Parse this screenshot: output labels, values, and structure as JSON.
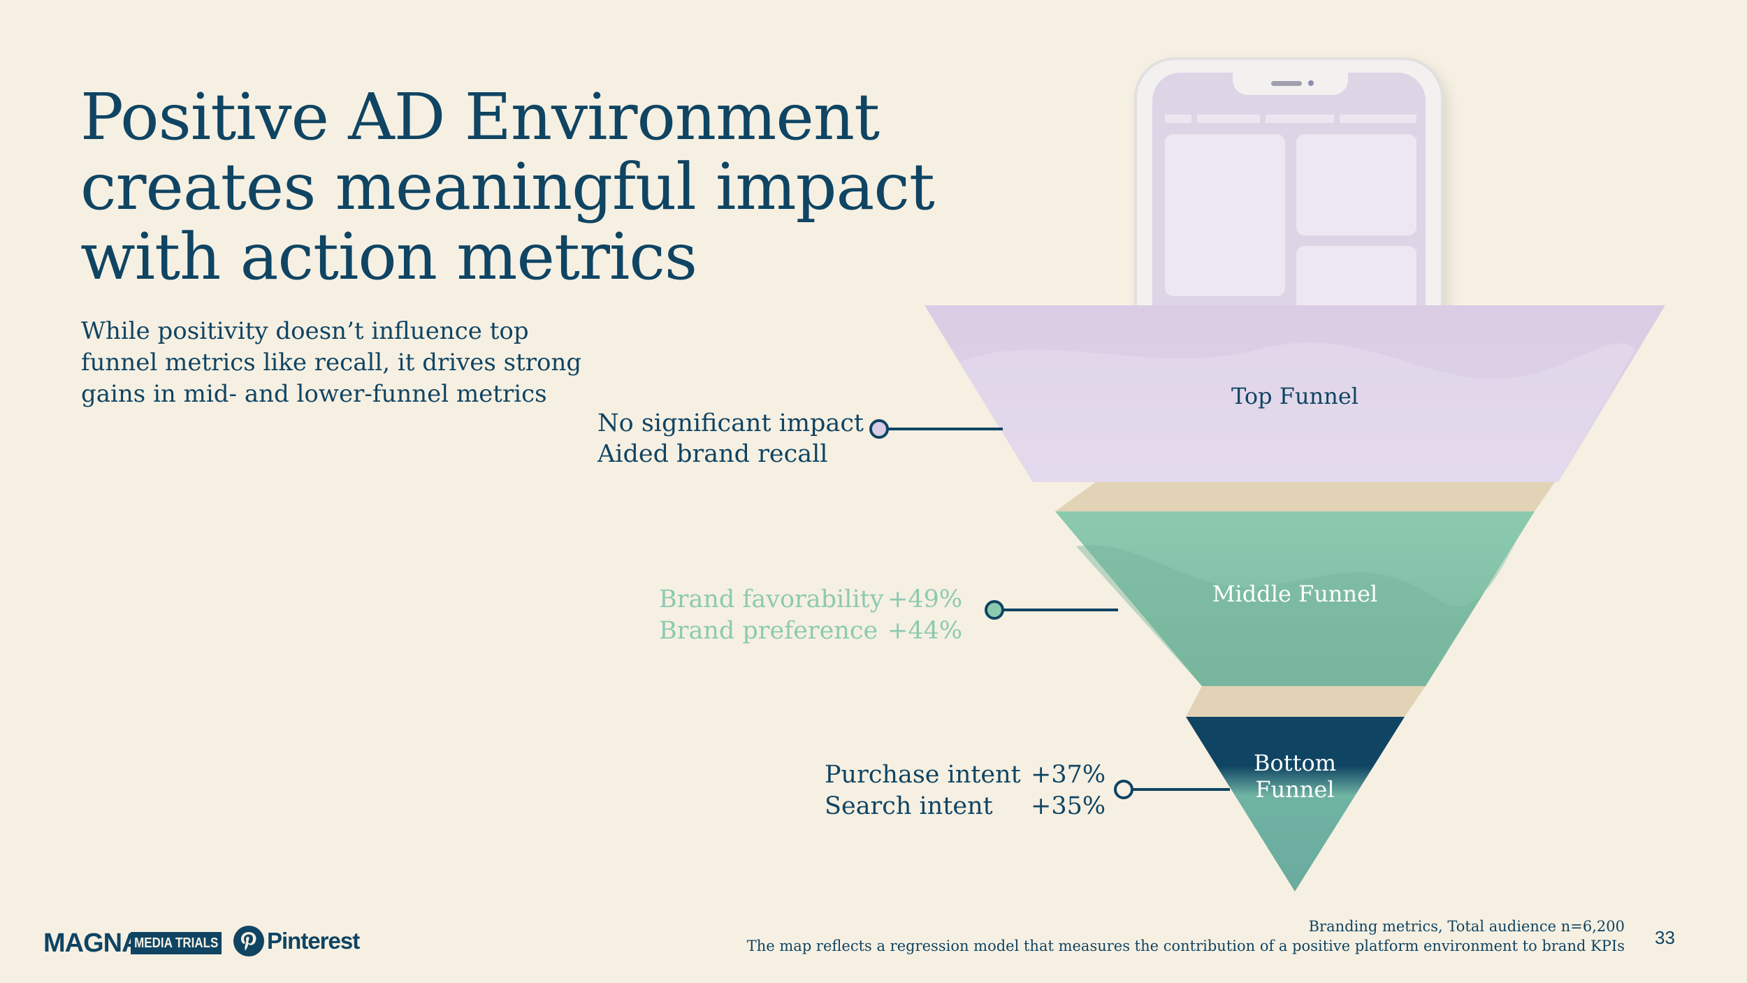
{
  "title": {
    "line1": "Positive AD Environment",
    "line2": "creates meaningful impact",
    "line3": "with action metrics"
  },
  "subtitle": {
    "line1": "While positivity doesn’t influence top",
    "line2": "funnel metrics like recall, it drives strong",
    "line3": "gains in mid- and lower-funnel metrics"
  },
  "funnel": {
    "top": {
      "label": "Top Funnel",
      "impact": "No significant impact",
      "metric": "Aided brand recall"
    },
    "middle": {
      "label": "Middle Funnel",
      "metrics": [
        {
          "name": "Brand favorability",
          "value": "+49%"
        },
        {
          "name": "Brand preference",
          "value": "+44%"
        }
      ]
    },
    "bottom": {
      "label_line1": "Bottom",
      "label_line2": "Funnel",
      "metrics": [
        {
          "name": "Purchase intent",
          "value": "+37%"
        },
        {
          "name": "Search intent",
          "value": "+35%"
        }
      ]
    }
  },
  "colors": {
    "navy": "#0f4463",
    "background": "#f6f0e2",
    "top_funnel": "#d9cce4",
    "middle_funnel": "#8ccab0",
    "bottom_funnel_dark": "#0f4463",
    "bottom_funnel_teal": "#6fb3a3",
    "connector": "#e2d3b6"
  },
  "footer": {
    "brand1": "MAGNA",
    "brand2": "MEDIA TRIALS",
    "brand3": "Pinterest",
    "note1": "Branding metrics, Total audience n=6,200",
    "note2": "The map reflects a regression model that measures the contribution of a positive platform environment to brand KPIs",
    "page": "33"
  }
}
